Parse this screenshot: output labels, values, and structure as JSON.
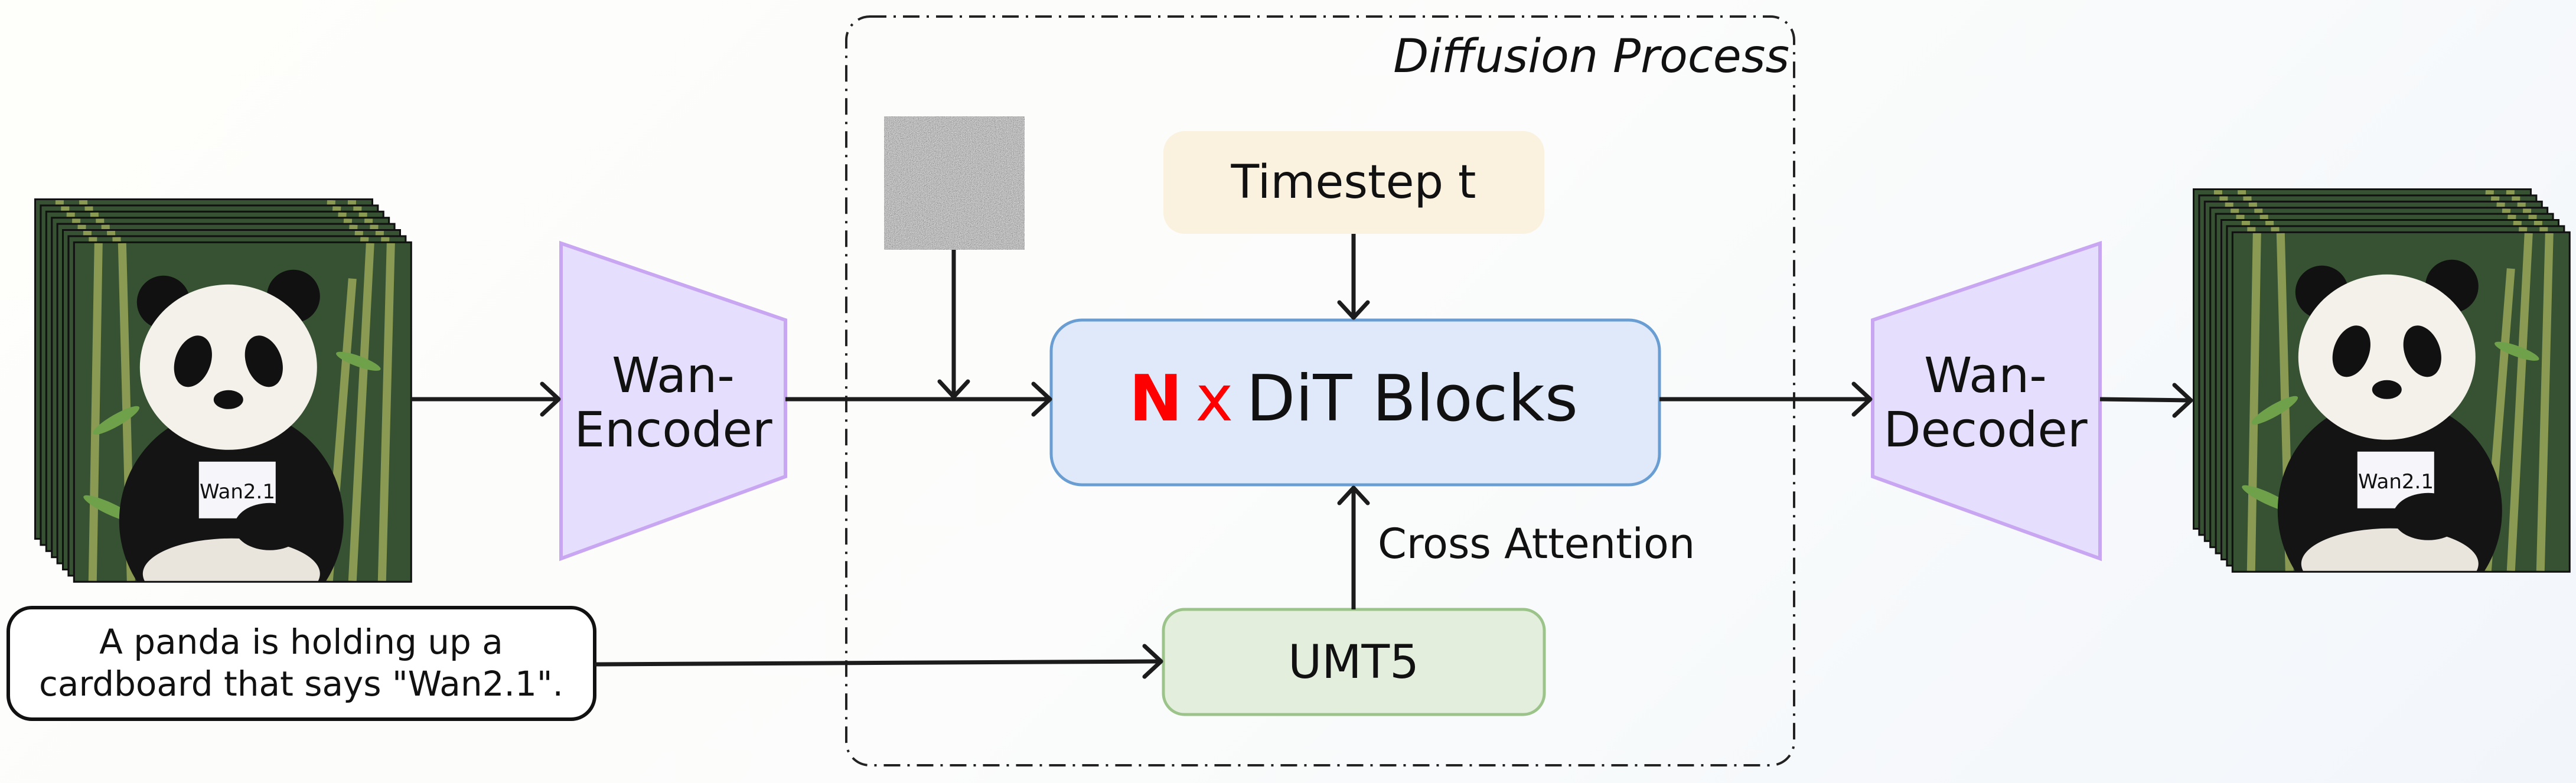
{
  "diffusion_process": {
    "title": "Diffusion Process"
  },
  "encoder": {
    "label_line1": "Wan-",
    "label_line2": "Encoder",
    "fill": "#e6defd",
    "stroke": "#c9a6f2"
  },
  "decoder": {
    "label_line1": "Wan-",
    "label_line2": "Decoder",
    "fill": "#e6defd",
    "stroke": "#c9a6f2"
  },
  "timestep": {
    "label": "Timestep t",
    "fill": "#faf1df"
  },
  "dit": {
    "multiplier": "N",
    "times": "x",
    "label": "DiT Blocks",
    "fill": "#dfe9f9",
    "stroke": "#6a9ed2",
    "accent": "#ff0000"
  },
  "umt5": {
    "label": "UMT5",
    "fill": "#e3efdc",
    "stroke": "#9cc38a"
  },
  "cross_attention": {
    "label": "Cross Attention"
  },
  "prompt": {
    "line1": "A panda is holding up a",
    "line2": "cardboard that says \"Wan2.1\"."
  },
  "video_frames": {
    "sign_text": "Wan2.1"
  }
}
